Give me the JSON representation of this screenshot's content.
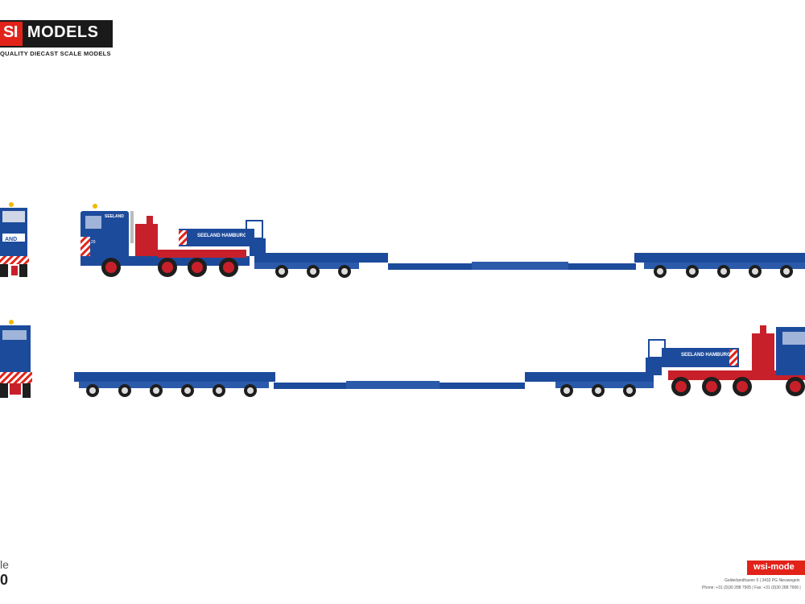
{
  "brand": {
    "logo_left": "SI",
    "logo_right": "MODELS",
    "tagline": "QUALITY DIECAST SCALE MODELS"
  },
  "truck": {
    "cab_text": "SEELAND",
    "unit_text": "SEELAND HAMBURG",
    "unit_number": "29",
    "colors": {
      "body": "#1d4b9c",
      "chassis": "#c8202a",
      "tyre": "#1e1e1e",
      "hub": "#c8202a"
    }
  },
  "scale": {
    "label": "le",
    "value": "0"
  },
  "footer": {
    "badge": "wsi-mode",
    "address": "Gelderlandhaven 5  |  3433 PG  Nieuwegein",
    "phone": "Phone: +31 (0)30 288 7905  |  Fax: +31 (0)30 288 7906  |"
  }
}
